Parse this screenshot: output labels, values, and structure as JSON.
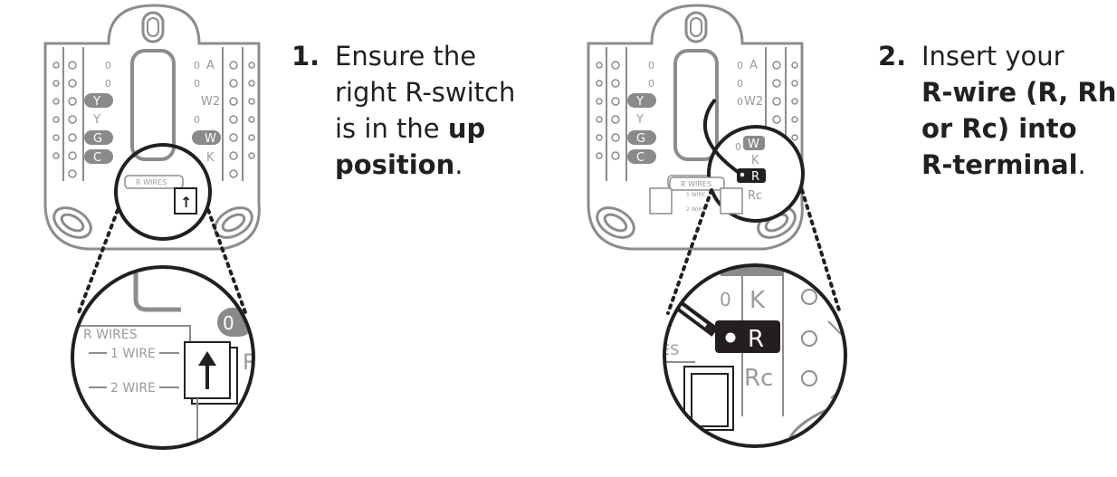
{
  "step1": {
    "number": "1.",
    "line1": "Ensure the",
    "line2": "right R-switch",
    "line3_pre": "is in the ",
    "line3_bold": "up",
    "line4_bold": "position",
    "line4_post": "."
  },
  "step2": {
    "number": "2.",
    "line1": "Insert your",
    "line2_bold": "R-wire (R, Rh",
    "line3_bold": "or Rc) into",
    "line4_bold": "R-terminal",
    "line4_post": "."
  },
  "plate": {
    "left_terminals": [
      "Y",
      "Y",
      "G",
      "C"
    ],
    "right_terminals": [
      "A",
      "W2",
      "W",
      "K",
      "R",
      "Rc"
    ],
    "switch_title": "R WIRES",
    "switch_opt1": "1 WIRE",
    "switch_opt2": "2 WIRE",
    "zero": "0",
    "section_fragment": "ES"
  },
  "colors": {
    "outline": "#8c8c8c",
    "fill_gray": "#8a8a8a",
    "ink": "#231f20"
  }
}
